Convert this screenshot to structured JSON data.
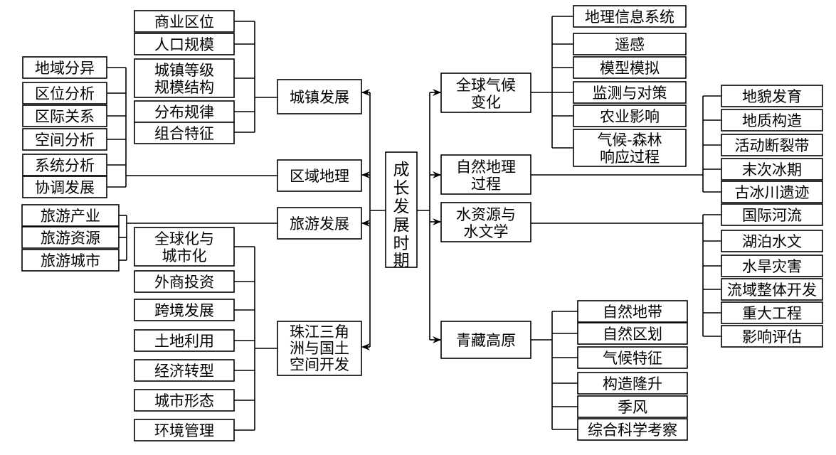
{
  "center": {
    "label_chars": [
      "成",
      "长",
      "发",
      "展",
      "时",
      "期"
    ]
  },
  "left": {
    "urban": {
      "label": "城镇发展",
      "items": {
        "commercial": "商业区位",
        "population": "人口规模",
        "hierarchy_l1": "城镇等级",
        "hierarchy_l2": "规模结构",
        "distribution": "分布规律",
        "combination": "组合特征"
      }
    },
    "regional": {
      "label": "区域地理",
      "items": {
        "differentiation": "地域分异",
        "location": "区位分析",
        "relations": "区际关系",
        "spatial": "空间分析",
        "system": "系统分析",
        "coordination": "协调发展"
      }
    },
    "tourism": {
      "label": "旅游发展",
      "items": {
        "industry": "旅游产业",
        "resources": "旅游资源",
        "city": "旅游城市"
      }
    },
    "prd": {
      "label_l1": "珠江三角",
      "label_l2": "洲与国土",
      "label_l3": "空间开发",
      "items": {
        "globalization_l1": "全球化与",
        "globalization_l2": "城市化",
        "investment": "外商投资",
        "crossborder": "跨境发展",
        "landuse": "土地利用",
        "transition": "经济转型",
        "form": "城市形态",
        "environment": "环境管理"
      }
    }
  },
  "right": {
    "climate": {
      "label_l1": "全球气候",
      "label_l2": "变化",
      "items": {
        "gis": "地理信息系统",
        "rs": "遥感",
        "model": "模型模拟",
        "monitor": "监测与对策",
        "agri": "农业影响",
        "forest_l1": "气候-森林",
        "forest_l2": "响应过程"
      }
    },
    "natural": {
      "label_l1": "自然地理",
      "label_l2": "过程",
      "items": {
        "landform": "地貌发育",
        "geology": "地质构造",
        "fault": "活动断裂带",
        "glacial": "末次冰期",
        "paleoglacier": "古冰川遗迹"
      }
    },
    "water": {
      "label_l1": "水资源与",
      "label_l2": "水文学",
      "items": {
        "rivers": "国际河流",
        "lakes": "湖泊水文",
        "disasters": "水旱灾害",
        "basin": "流域整体开发",
        "projects": "重大工程",
        "assessment": "影响评估"
      }
    },
    "plateau": {
      "label": "青藏高原",
      "items": {
        "zones": "自然地带",
        "divisions": "自然区划",
        "climate": "气候特征",
        "uplift": "构造隆升",
        "monsoon": "季风",
        "expedition": "综合科学考察"
      }
    }
  }
}
